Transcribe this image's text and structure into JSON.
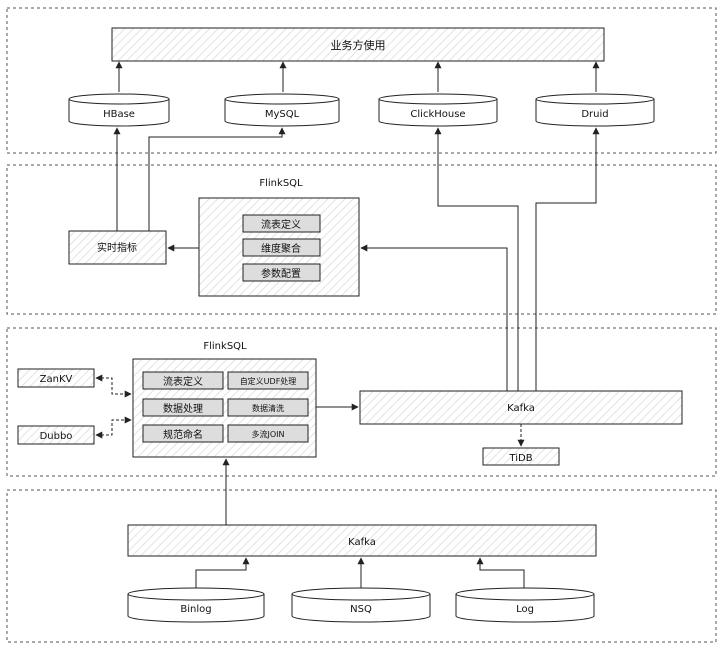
{
  "layer1": {
    "top_box": "业务方使用",
    "stores": [
      "HBase",
      "MySQL",
      "ClickHouse",
      "Druid"
    ]
  },
  "layer2": {
    "title": "FlinkSQL",
    "items": [
      "流表定义",
      "维度聚合",
      "参数配置"
    ],
    "side_box": "实时指标"
  },
  "layer3": {
    "title": "FlinkSQL",
    "cells": [
      "流表定义",
      "自定义UDF处理",
      "数据处理",
      "数据清洗",
      "规范命名",
      "多流JOIN"
    ],
    "left_boxes": [
      "ZanKV",
      "Dubbo"
    ],
    "kafka": "Kafka",
    "tidb": "TiDB"
  },
  "layer4": {
    "kafka": "Kafka",
    "sources": [
      "Binlog",
      "NSQ",
      "Log"
    ]
  }
}
